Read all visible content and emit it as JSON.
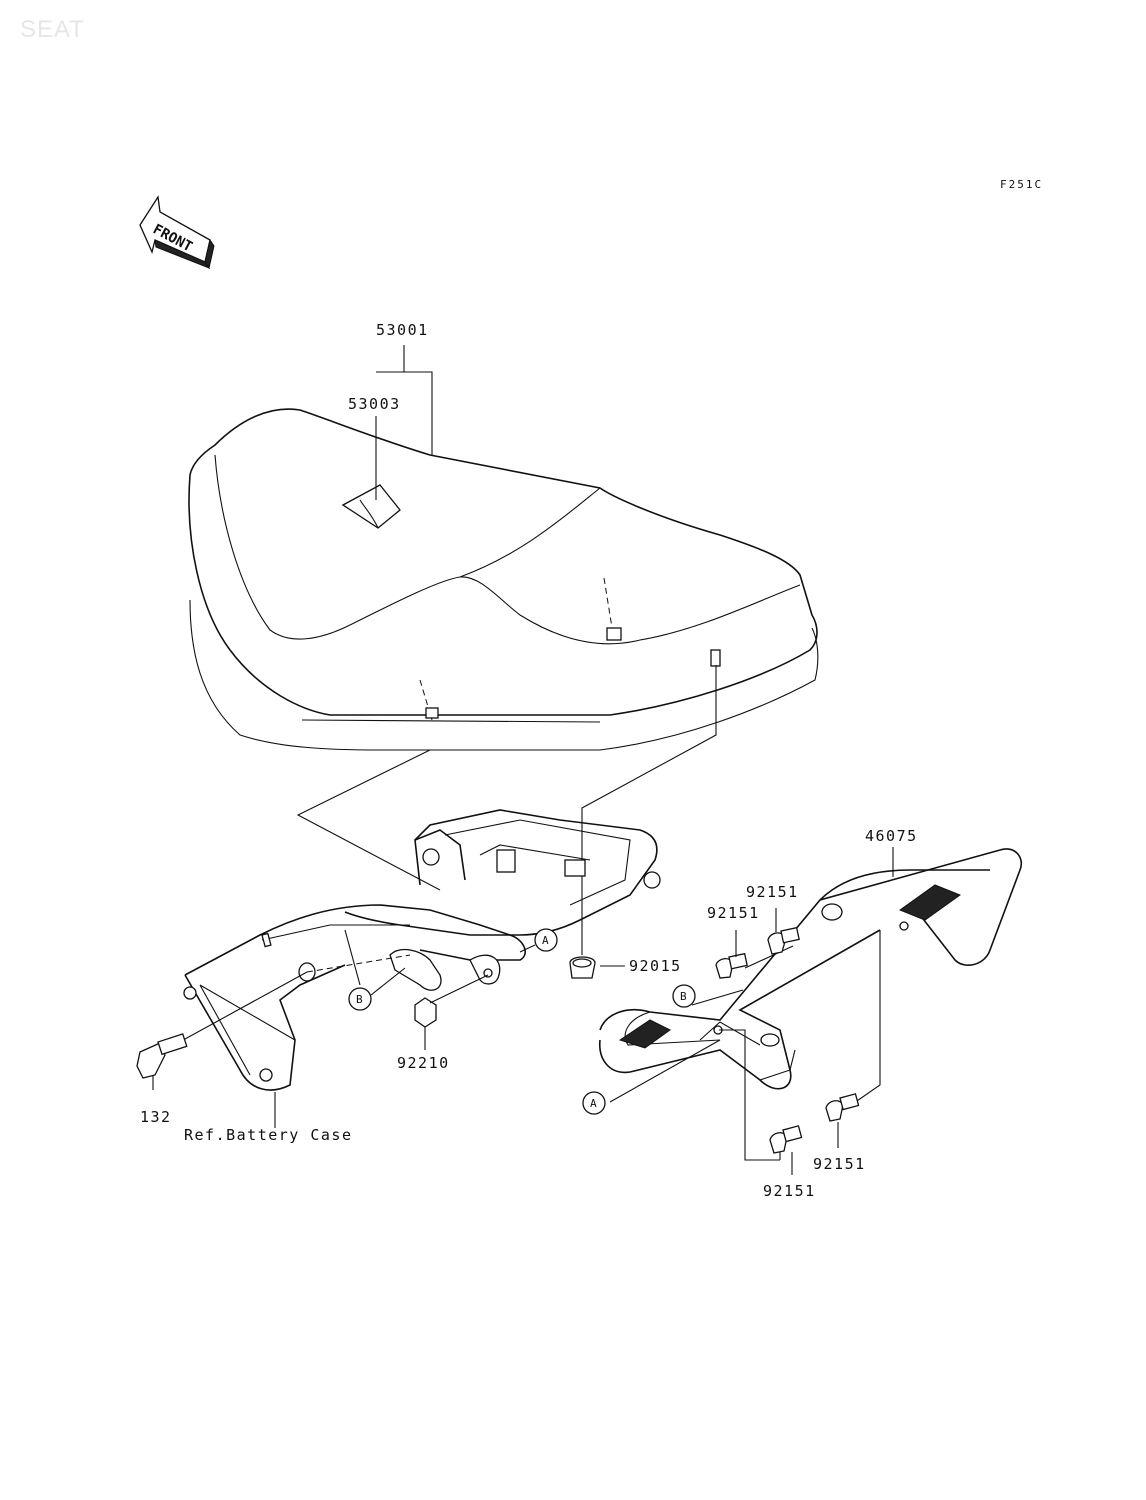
{
  "corner_title": "SEAT",
  "figure_code": "F251C",
  "front_arrow": {
    "text": "FRONT"
  },
  "callouts": [
    "A",
    "B"
  ],
  "parts": [
    {
      "number": "53001"
    },
    {
      "number": "53003"
    },
    {
      "number": "46075"
    },
    {
      "number": "92151",
      "note": "upper-right"
    },
    {
      "number": "92151",
      "note": "upper-left"
    },
    {
      "number": "92015"
    },
    {
      "number": "92210"
    },
    {
      "number": "132"
    },
    {
      "number": "92151",
      "note": "lower-right"
    },
    {
      "number": "92151",
      "note": "lower"
    }
  ],
  "reference_text": "Ref.Battery Case"
}
